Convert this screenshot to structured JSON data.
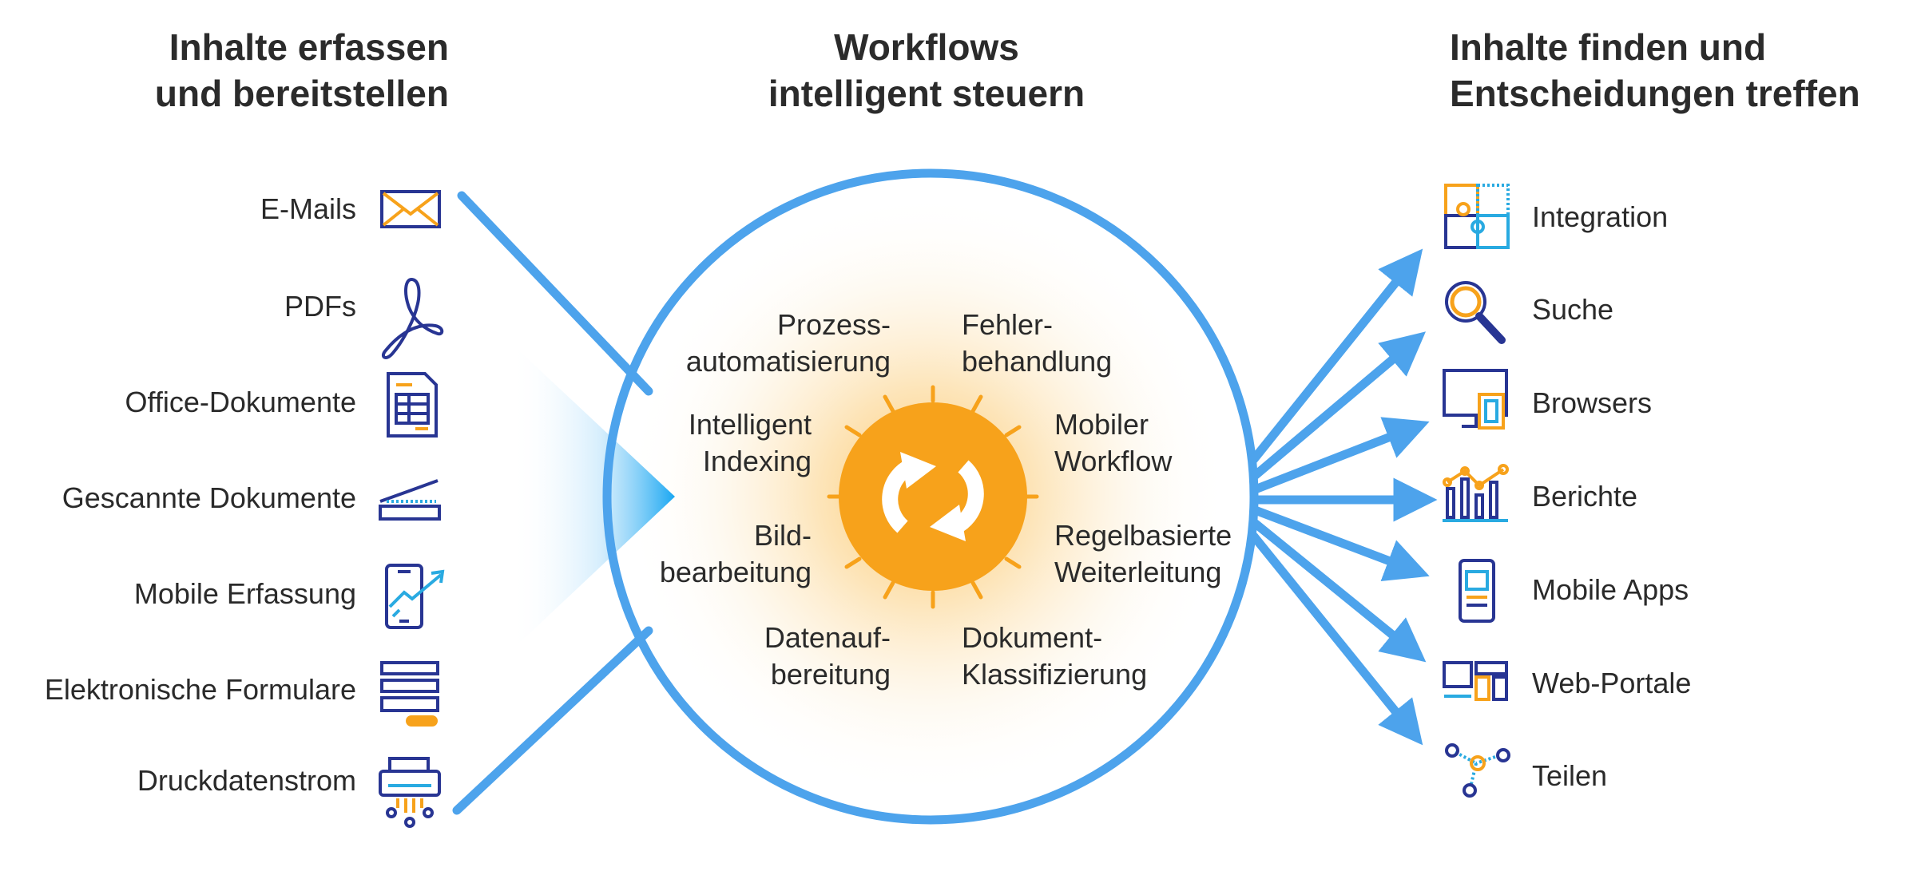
{
  "headings": {
    "left": [
      "Inhalte erfassen",
      "und bereitstellen"
    ],
    "center": [
      "Workflows",
      "intelligent steuern"
    ],
    "right": [
      "Inhalte finden und",
      "Entscheidungen treffen"
    ]
  },
  "inputs": [
    {
      "label": "E-Mails",
      "icon": "envelope-icon"
    },
    {
      "label": "PDFs",
      "icon": "pdf-icon"
    },
    {
      "label": "Office-Dokumente",
      "icon": "office-document-icon"
    },
    {
      "label": "Gescannte Dokumente",
      "icon": "scanner-icon"
    },
    {
      "label": "Mobile Erfassung",
      "icon": "mobile-capture-icon"
    },
    {
      "label": "Elektronische Formulare",
      "icon": "electronic-form-icon"
    },
    {
      "label": "Druckdatenstrom",
      "icon": "printer-icon"
    }
  ],
  "tasks": [
    {
      "lines": [
        "Prozess-",
        "automatisierung"
      ]
    },
    {
      "lines": [
        "Fehler-",
        "behandlung"
      ]
    },
    {
      "lines": [
        "Intelligent",
        "Indexing"
      ]
    },
    {
      "lines": [
        "Mobiler",
        "Workflow"
      ]
    },
    {
      "lines": [
        "Bild-",
        "bearbeitung"
      ]
    },
    {
      "lines": [
        "Regelbasierte",
        "Weiterleitung"
      ]
    },
    {
      "lines": [
        "Datenauf-",
        "bereitung"
      ]
    },
    {
      "lines": [
        "Dokument-",
        "Klassifizierung"
      ]
    }
  ],
  "outputs": [
    {
      "label": "Integration",
      "icon": "puzzle-icon"
    },
    {
      "label": "Suche",
      "icon": "magnifier-icon"
    },
    {
      "label": "Browsers",
      "icon": "browser-devices-icon"
    },
    {
      "label": "Berichte",
      "icon": "report-chart-icon"
    },
    {
      "label": "Mobile Apps",
      "icon": "mobile-app-icon"
    },
    {
      "label": "Web-Portale",
      "icon": "web-portal-icon"
    },
    {
      "label": "Teilen",
      "icon": "share-icon"
    }
  ],
  "colors": {
    "blue": "#4da3ec",
    "navy": "#283593",
    "orange": "#f7a21b",
    "light_blue": "#29aae1"
  },
  "center_icon": "sync-arrows-icon"
}
